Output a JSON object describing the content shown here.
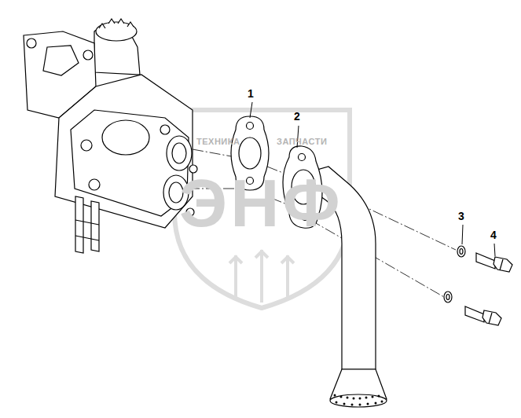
{
  "diagram": {
    "labels": [
      "1",
      "2",
      "3",
      "4",
      "ТЕХНИКА",
      "ЗАПЧАСТИ",
      "ЭНФ"
    ]
  }
}
